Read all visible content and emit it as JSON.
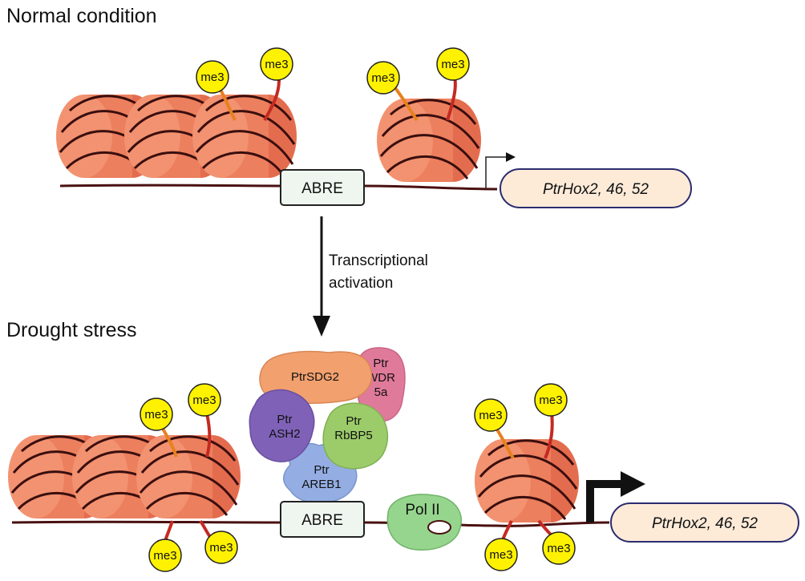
{
  "sections": {
    "normal_title": "Normal condition",
    "drought_title": "Drought stress"
  },
  "arrow": {
    "line1": "Transcriptional",
    "line2": "activation"
  },
  "labels": {
    "mark": "me3",
    "abre": "ABRE",
    "gene": "PtrHox2, 46, 52",
    "pol": "Pol II"
  },
  "proteins": {
    "sdg2": "PtrSDG2",
    "wdr5a": [
      "Ptr",
      "WDR",
      "5a"
    ],
    "ash2": [
      "Ptr",
      "ASH2"
    ],
    "rbbp5": [
      "Ptr",
      "RbBP5"
    ],
    "areb1": [
      "Ptr",
      "AREB1"
    ]
  },
  "colors": {
    "nucleosome": "#EC7F5E",
    "nucleosome_stripe": "#3A0E0E",
    "dna": "#4A1010",
    "mark_fill": "#FFF200",
    "abre_fill": "#EEF6EF",
    "gene_fill": "#FDEBD8",
    "gene_border": "#2B2C6E",
    "sdg2": "#F2A06E",
    "wdr5a": "#E07A9B",
    "ash2": "#7F62B8",
    "rbbp5": "#9CCB6A",
    "areb1": "#94AEE3",
    "pol2": "#96D58D"
  }
}
